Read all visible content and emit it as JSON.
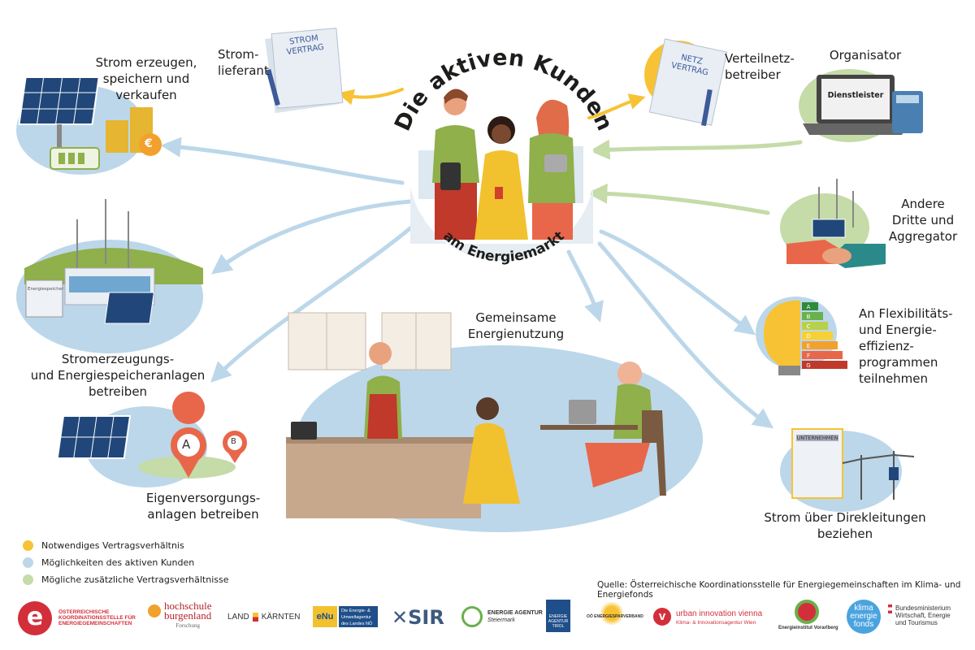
{
  "title": {
    "line1": "Die aktiven Kunden",
    "line2": "am Energiemarkt"
  },
  "labels": {
    "stromlieferant": [
      "Strom-",
      "lieferant"
    ],
    "strom_vertrag": [
      "STROM",
      "VERTRAG"
    ],
    "netz_vertrag": [
      "NETZ",
      "VERTRAG"
    ],
    "verteilnetz": [
      "Verteilnetz-",
      "betreiber"
    ],
    "organisator": "Organisator",
    "dienstleister": "Dienstleister",
    "strom_erzeugen": [
      "Strom erzeugen,",
      "speichern und",
      "verkaufen"
    ],
    "stromerzeugungs": [
      "Stromerzeugungs-",
      "und Energiespeicheranlagen",
      "betreiben"
    ],
    "eigenversorgung": [
      "Eigenversorgungs-",
      "anlagen betreiben"
    ],
    "gemeinsame": [
      "Gemeinsame",
      "Energienutzung"
    ],
    "andere": [
      "Andere",
      "Dritte und",
      "Aggregator"
    ],
    "flex": [
      "An Flexibilitäts-",
      "und Energie-",
      "effizienz-",
      "programmen",
      "teilnehmen"
    ],
    "direkt": [
      "Strom über Direkleitungen",
      "beziehen"
    ],
    "unternehmen": "UNTERNEHMEN",
    "energiespeicher": "Energiespeicher",
    "pin_a": "A",
    "pin_b": "B",
    "euro": "€",
    "energy_classes": [
      "A",
      "B",
      "C",
      "D",
      "E",
      "F",
      "G"
    ]
  },
  "legend": [
    {
      "label": "Notwendiges Vertragsverhältnis",
      "color": "#f7c334"
    },
    {
      "label": "Möglichkeiten des aktiven Kunden",
      "color": "#bcd7ea"
    },
    {
      "label": "Mögliche zusätzliche Vertragsverhältnisse",
      "color": "#c5dba8"
    }
  ],
  "source": "Quelle: Österreichische Koordinationsstelle für Energiegemeinschaften im Klima- und Energiefonds",
  "logos": {
    "oek": [
      "ÖSTERREICHISCHE",
      "KOORDINATIONSSTELLE FÜR",
      "ENERGIEGEMEINSCHAFTEN"
    ],
    "hochschule": [
      "hochschule",
      "burgenland",
      "Forschung"
    ],
    "kaernten": [
      "LAND",
      "KÄRNTEN"
    ],
    "enu": [
      "Die Energie- &",
      "Umweltagentur",
      "des Landes NÖ"
    ],
    "sir": "SIR",
    "steiermark": [
      "ENERGIE AGENTUR",
      "Steiermark"
    ],
    "tirol": [
      "ENERGIE",
      "AGENTUR",
      "TIROL"
    ],
    "energiesparverband": "OÖ ENERGIESPARVERBAND",
    "urban": [
      "urban innovation vienna",
      "Klima- & Innovationsagentur Wien"
    ],
    "vorarlberg": "Energieinstitut Vorarlberg",
    "klimafonds": [
      "klima",
      "energie",
      "fonds"
    ],
    "bmwet": [
      "Bundesministerium",
      "Wirtschaft, Energie",
      "und Tourismus"
    ]
  },
  "colors": {
    "yellow": "#f7c334",
    "blue": "#bcd7ea",
    "green": "#c5dba8",
    "orange": "#e8674a"
  }
}
